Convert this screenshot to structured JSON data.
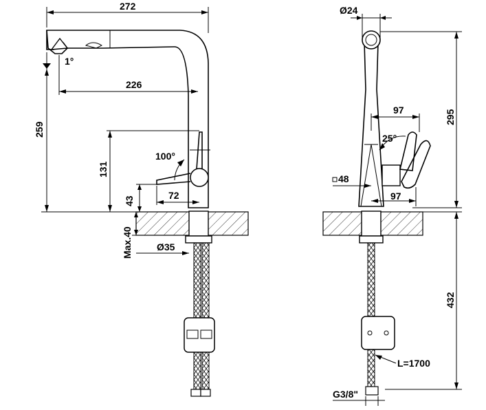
{
  "side_view": {
    "dim_overall_reach": "272",
    "dim_tilt": "1°",
    "dim_spout_reach": "226",
    "dim_total_height": "259",
    "dim_handle_angle": "100°",
    "dim_handle_height": "131",
    "dim_lever_length": "72",
    "dim_deck_to_lever": "43",
    "dim_max_deck": "Max.40",
    "dim_hole_diameter": "Ø35"
  },
  "front_view": {
    "dim_spout_diameter": "Ø24",
    "dim_spout_height": "295",
    "dim_handle_offset_top": "97",
    "dim_handle_rotation": "25°",
    "dim_base_square": "48",
    "dim_handle_offset_bottom": "97",
    "dim_hose_height": "432",
    "dim_hose_length": "L=1700",
    "dim_thread": "G3/8\""
  }
}
